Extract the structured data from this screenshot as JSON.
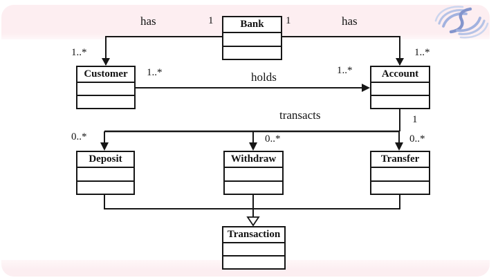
{
  "classes": {
    "bank": {
      "name": "Bank"
    },
    "customer": {
      "name": "Customer"
    },
    "account": {
      "name": "Account"
    },
    "deposit": {
      "name": "Deposit"
    },
    "withdraw": {
      "name": "Withdraw"
    },
    "transfer": {
      "name": "Transfer"
    },
    "transaction": {
      "name": "Transaction"
    }
  },
  "associations": {
    "bank_customer": {
      "label": "has",
      "bank_mult": "1",
      "customer_mult": "1..*"
    },
    "bank_account": {
      "label": "has",
      "bank_mult": "1",
      "account_mult": "1..*"
    },
    "customer_account": {
      "label": "holds",
      "customer_mult": "1..*",
      "account_mult": "1..*"
    },
    "account_transactions": {
      "label": "transacts",
      "account_mult": "1",
      "deposit_mult": "0..*",
      "withdraw_mult": "0..*",
      "transfer_mult": "0..*"
    }
  },
  "colors": {
    "band_pink": "#fdeef1",
    "line_black": "#161616",
    "logo_blue_light": "#ccd5ee",
    "logo_blue_mid": "#a2b2df",
    "logo_blue_dark": "#8495cc"
  }
}
